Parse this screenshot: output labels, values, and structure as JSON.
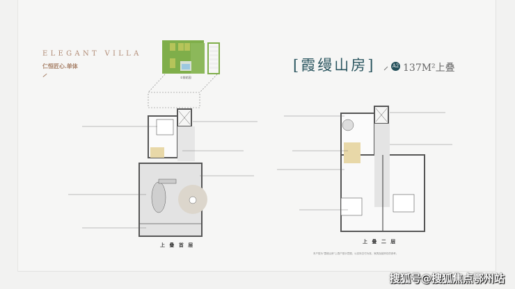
{
  "brand": {
    "name": "ELEGANT VILLA",
    "tagline": "仁恒匠心.单体"
  },
  "header": {
    "title": "[霞缦山房]",
    "unit_badge": "A2",
    "area": "137M²上叠"
  },
  "garden": {
    "caption": "①前花园"
  },
  "plans": [
    {
      "label": "上 叠 首 层"
    },
    {
      "label": "上 叠 二 层"
    }
  ],
  "footnote": "本户型为\"霞缦山房\"上叠户型示意图，以实际交付为准，家具及装饰仅供参考。",
  "watermark": "搜狐号@搜狐焦点鄂州站",
  "colors": {
    "title": "#2b5660",
    "brand": "#b08a74",
    "garden": "#7fae4a"
  }
}
